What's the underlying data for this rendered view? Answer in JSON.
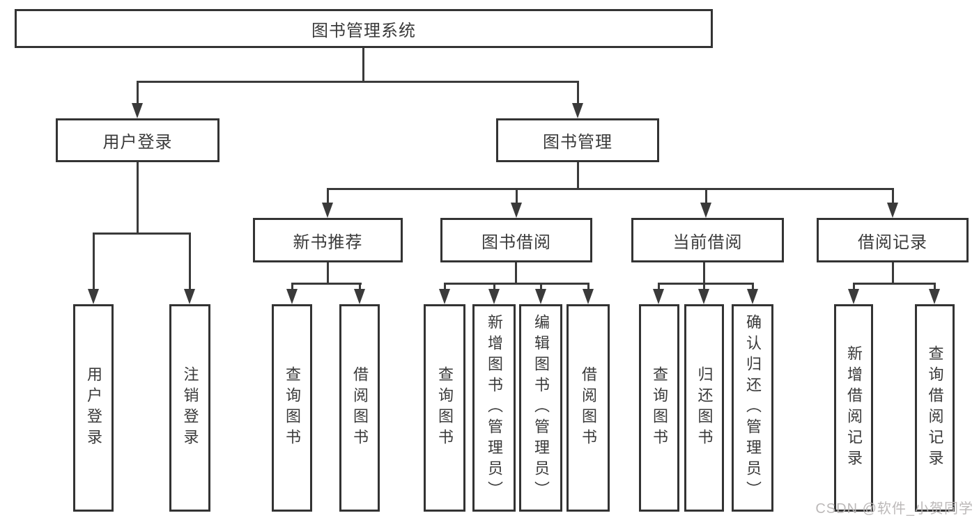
{
  "tree": {
    "root": "图书管理系统",
    "branches": [
      {
        "label": "用户登录",
        "children": [
          "用户登录",
          "注销登录"
        ]
      },
      {
        "label": "图书管理",
        "groups": [
          {
            "label": "新书推荐",
            "children": [
              "查询图书",
              "借阅图书"
            ]
          },
          {
            "label": "图书借阅",
            "children": [
              "查询图书",
              "新增图书（管理员）",
              "编辑图书（管理员）",
              "借阅图书"
            ]
          },
          {
            "label": "当前借阅",
            "children": [
              "查询图书",
              "归还图书",
              "确认归还（管理员）"
            ]
          },
          {
            "label": "借阅记录",
            "children": [
              "新增借阅记录",
              "查询借阅记录"
            ]
          }
        ]
      }
    ]
  },
  "watermark": "CSDN @软件_小贺同学",
  "colors": {
    "line": "#3a3a3a",
    "box_border": "#333333",
    "text": "#3a3a3a",
    "watermark": "#b8b5b5",
    "background": "#ffffff"
  }
}
